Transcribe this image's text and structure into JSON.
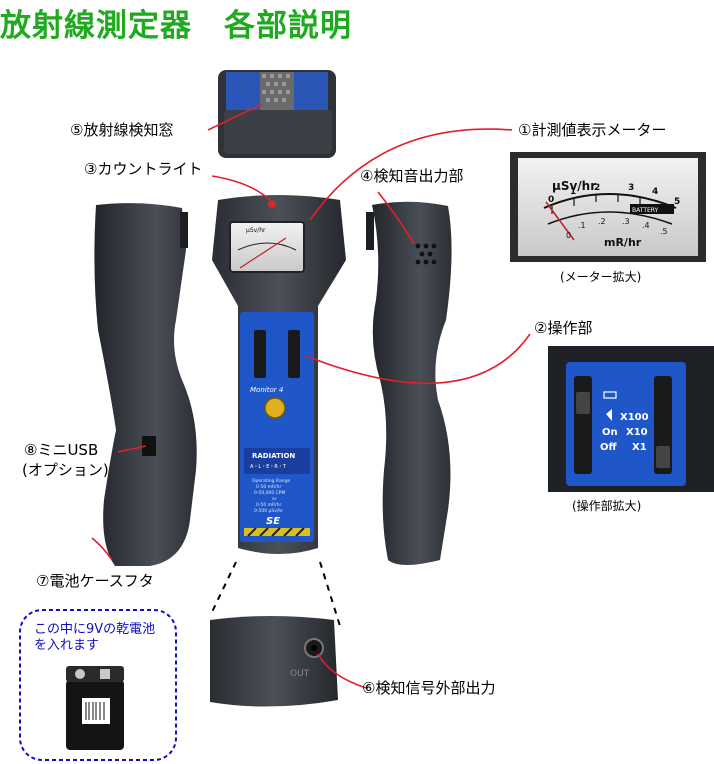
{
  "title": "放射線測定器　各部説明",
  "labels": {
    "window": "⑤放射線検知窓",
    "countlight": "③カウントライト",
    "meter": "①計測値表示メーター",
    "sound": "④検知音出力部",
    "controls": "②操作部",
    "usb_line1": "⑧ミニUSB",
    "usb_line2": "(オプション)",
    "battery_cover": "⑦電池ケースフタ",
    "signal_out": "⑥検知信号外部出力"
  },
  "captions": {
    "meter_zoom": "(メーター拡大)",
    "controls_zoom": "(操作部拡大)"
  },
  "battery_note": "この中に9Vの乾電池を入れます",
  "meter_face": {
    "unit_top": "μSv/hr",
    "unit_bottom": "mR/hr",
    "scale_top": [
      "0",
      "1",
      "2",
      "3",
      "4",
      "5"
    ],
    "scale_bottom": [
      "0",
      ".1",
      ".2",
      ".3",
      ".4",
      ".5"
    ],
    "battery_label": "BATTERY"
  },
  "device_front": {
    "model": "Monitor 4",
    "brand": "RADIATION",
    "brand_sub": "A・L・E・R・T",
    "spec_lines": [
      "Operating Range",
      "0-50 mR/hr",
      "0-50,000 CPM",
      "or",
      "0-50 mR/hr",
      "0-500 μSv/hr"
    ],
    "logo": "SE"
  },
  "controls_panel": {
    "on": "On",
    "off": "Off",
    "x100": "X100",
    "x10": "X10",
    "x1": "X1"
  },
  "out_label": "OUT",
  "colors": {
    "title": "#1faa1f",
    "leader": "#e0202a",
    "note_border": "#1010c0",
    "panel": "#1f56c8",
    "body": "#3a3e44"
  }
}
